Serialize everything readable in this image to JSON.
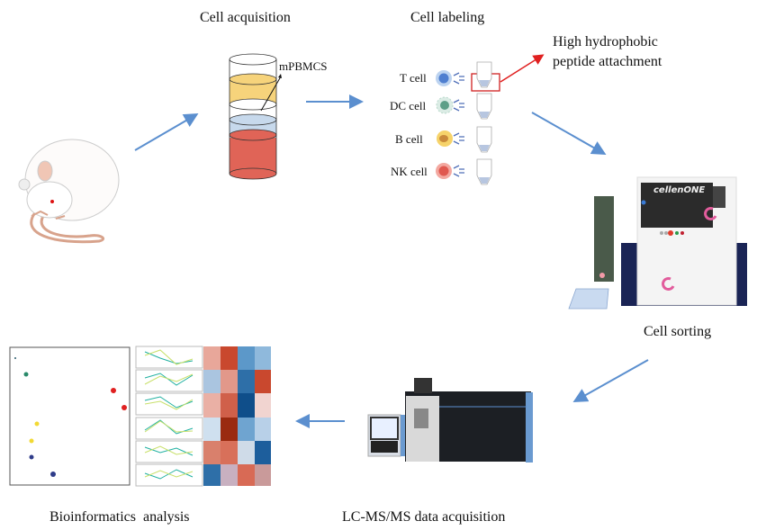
{
  "steps": {
    "acquisition": {
      "title": "Cell acquisition",
      "layer_label": "mPBMCS"
    },
    "labeling": {
      "title": "Cell labeling",
      "cells": [
        {
          "name": "T cell",
          "color": "#4f7fd0"
        },
        {
          "name": "DC cell",
          "color": "#5e9f88"
        },
        {
          "name": "B cell",
          "color": "#e3b54a"
        },
        {
          "name": "NK cell",
          "color": "#e0584f"
        }
      ],
      "callout": [
        "High hydrophobic",
        "peptide attachment"
      ]
    },
    "sorting": {
      "title": "Cell sorting",
      "instrument_brand": "cellenONE"
    },
    "lcms": {
      "title": "LC-MS/MS data acquisition"
    },
    "bioinformatics": {
      "title": "Bioinformatics  analysis"
    }
  },
  "colors": {
    "arrow": "#5b8fcf",
    "callout": "#e02020"
  }
}
